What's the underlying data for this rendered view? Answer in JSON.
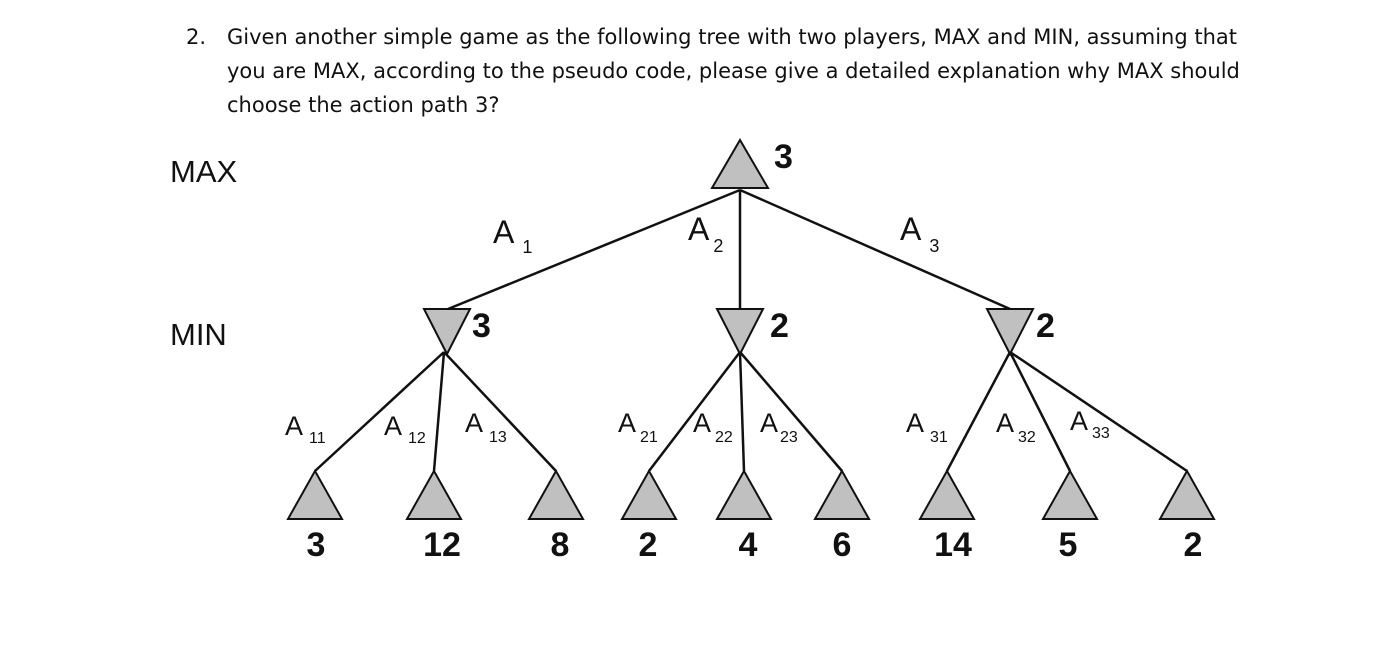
{
  "question": {
    "number": "2.",
    "text": "Given another simple game as the following tree with two players, MAX and MIN, assuming that you are MAX, according to the pseudo code, please give a detailed explanation why MAX should choose the action path 3?"
  },
  "levels": {
    "max": "MAX",
    "min": "MIN"
  },
  "tree": {
    "root_value": "3",
    "branches": [
      {
        "action": "A",
        "sub": "1",
        "value": "3",
        "children": [
          {
            "action": "A",
            "sub": "11",
            "value": "3"
          },
          {
            "action": "A",
            "sub": "12",
            "value": "12"
          },
          {
            "action": "A",
            "sub": "13",
            "value": "8"
          }
        ]
      },
      {
        "action": "A",
        "sub": "2",
        "value": "2",
        "children": [
          {
            "action": "A",
            "sub": "21",
            "value": "2"
          },
          {
            "action": "A",
            "sub": "22",
            "value": "4"
          },
          {
            "action": "A",
            "sub": "23",
            "value": "6"
          }
        ]
      },
      {
        "action": "A",
        "sub": "3",
        "value": "2",
        "children": [
          {
            "action": "A",
            "sub": "31",
            "value": "14"
          },
          {
            "action": "A",
            "sub": "32",
            "value": "5"
          },
          {
            "action": "A",
            "sub": "33",
            "value": "2"
          }
        ]
      }
    ]
  },
  "colors": {
    "node_fill": "#c0c0c0",
    "stroke": "#111111"
  }
}
